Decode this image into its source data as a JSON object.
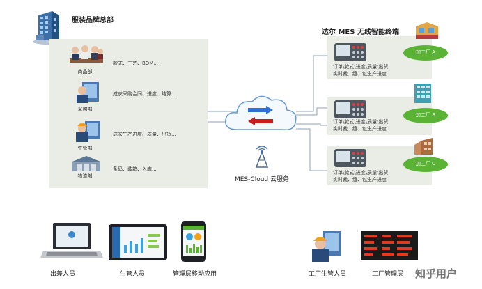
{
  "hq": {
    "title": "服装品牌总部",
    "departments": [
      {
        "name": "商品部",
        "desc": "款式、工艺、BOM..."
      },
      {
        "name": "采购部",
        "desc": "成衣采购合同、进度、结算..."
      },
      {
        "name": "生管部",
        "desc": "成衣生产进度、质量、出货..."
      },
      {
        "name": "物流部",
        "desc": "条码、装箱、入库..."
      }
    ]
  },
  "cloud": {
    "label": "MES-Cloud 云服务"
  },
  "terminal": {
    "title": "达尔 MES 无线智能终端"
  },
  "factories": [
    {
      "name": "加工厂 A",
      "line1": "订单\\款式\\进度\\质量\\出货",
      "line2": "实时裁、缝、包生产进度"
    },
    {
      "name": "加工厂 B",
      "line1": "订单\\款式\\进度\\质量\\出货",
      "line2": "实时裁、缝、包生产进度"
    },
    {
      "name": "加工厂 C",
      "line1": "订单\\款式\\进度\\质量\\出货",
      "line2": "实时裁、缝、包生产进度"
    }
  ],
  "bottom": {
    "items": [
      "出差人员",
      "生管人员",
      "管理层移动应用",
      "工厂生管人员",
      "工厂管理层"
    ]
  },
  "watermark": "知乎用户",
  "colors": {
    "panel": "#e9ede5",
    "factory_green": "#5ab334",
    "arrow_blue": "#2f6fd1",
    "arrow_red": "#c81e1e"
  }
}
